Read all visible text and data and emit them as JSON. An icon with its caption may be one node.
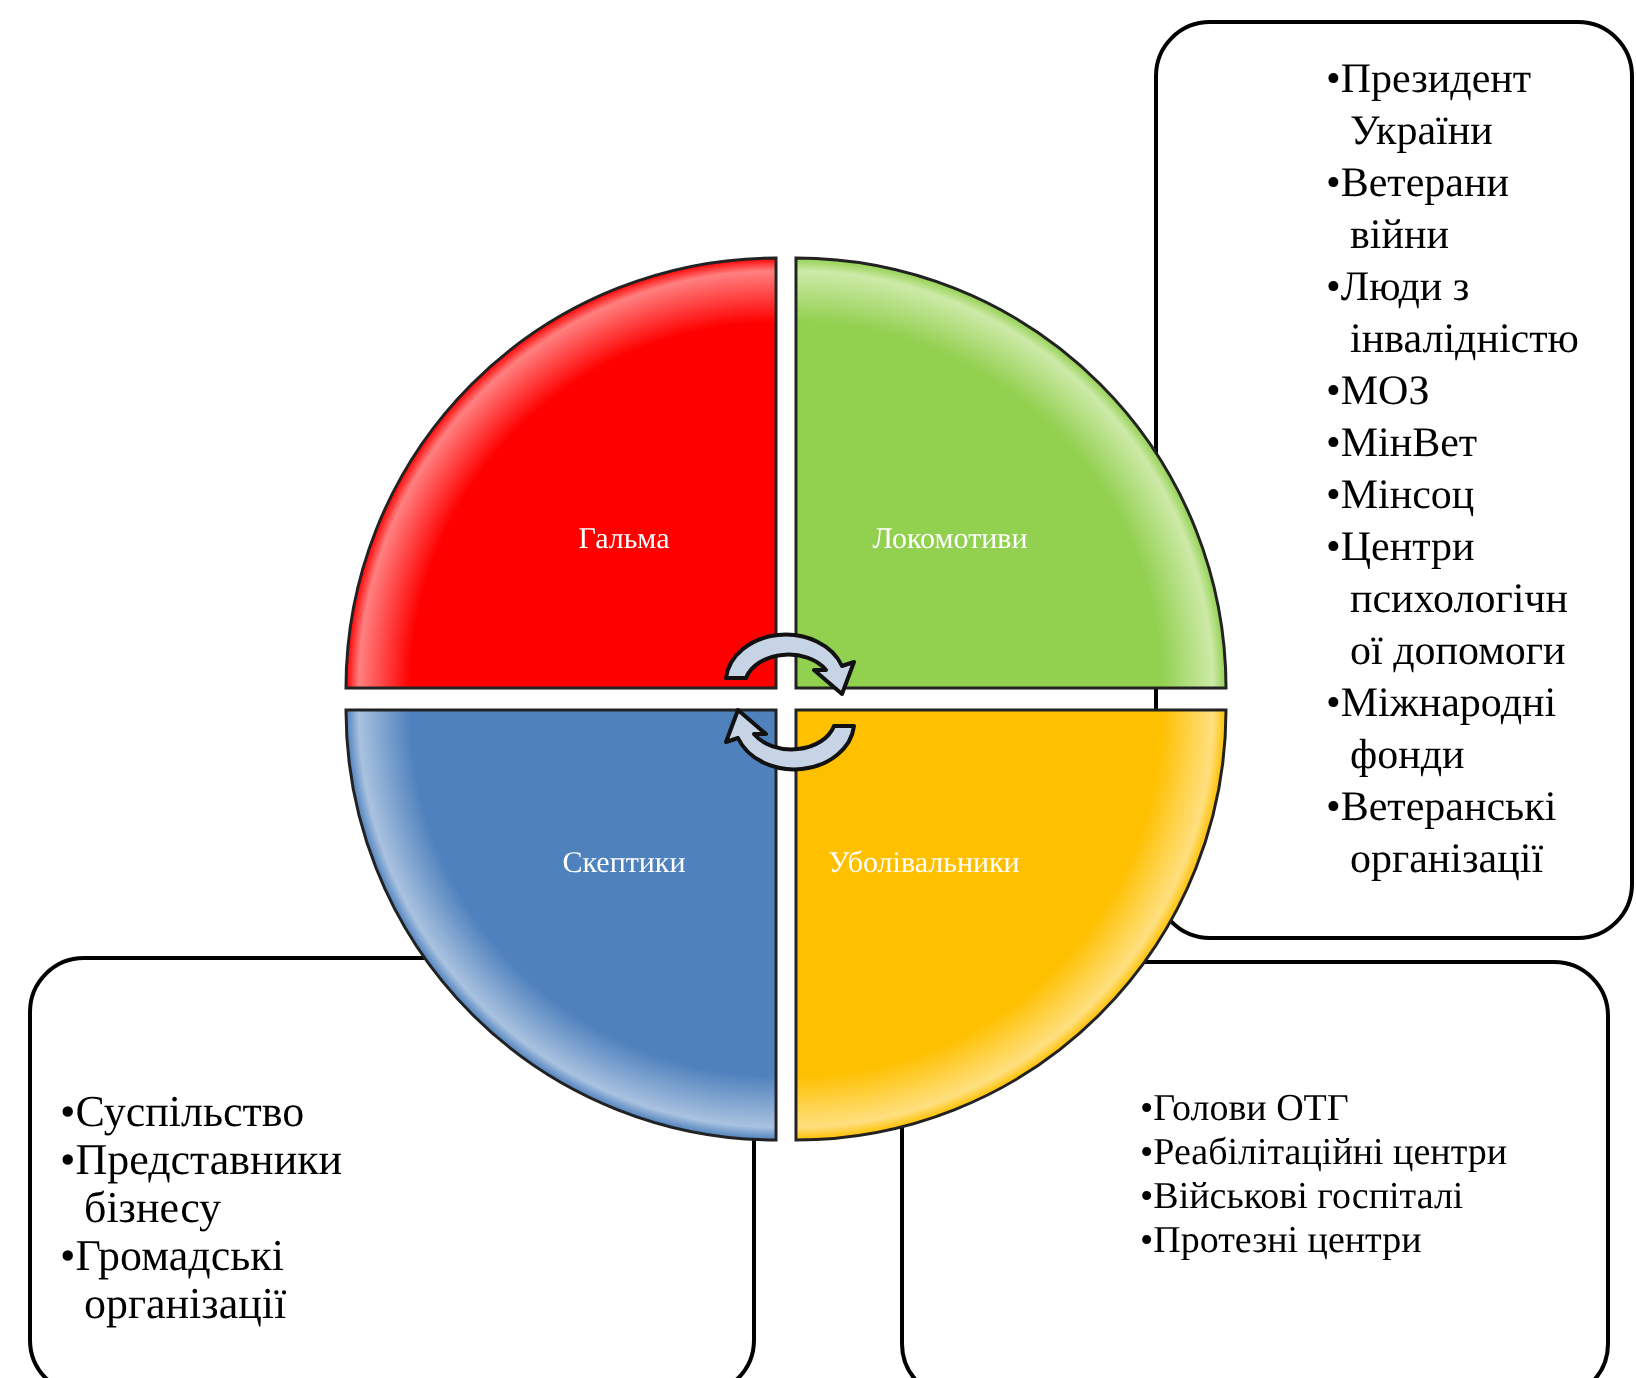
{
  "diagram": {
    "nodes": [
      {
        "text": [
          "Гальма"
        ]
      },
      {
        "text": [
          "Локомотиви"
        ]
      },
      {
        "text": [
          "Скептики"
        ]
      },
      {
        "text": [
          "Уболівальники"
        ]
      },
      {
        "text": [
          "•Президент України",
          "•Ветерани війни",
          "•Люди з інвалідністю",
          "•МОЗ",
          "•МінВет",
          "•Мінсоц",
          "•Центри психологічної допомоги",
          "•Міжнародні фонди",
          "•Ветеранські організації"
        ]
      },
      {
        "text": [
          "•Суспільство",
          "•Представники бізнесу",
          "•Громадські організації"
        ]
      },
      {
        "text": [
          "•Голови ОТГ",
          "•Реабілітаційні центри",
          "•Військові госпіталі",
          "•Протезні центри"
        ]
      }
    ]
  }
}
